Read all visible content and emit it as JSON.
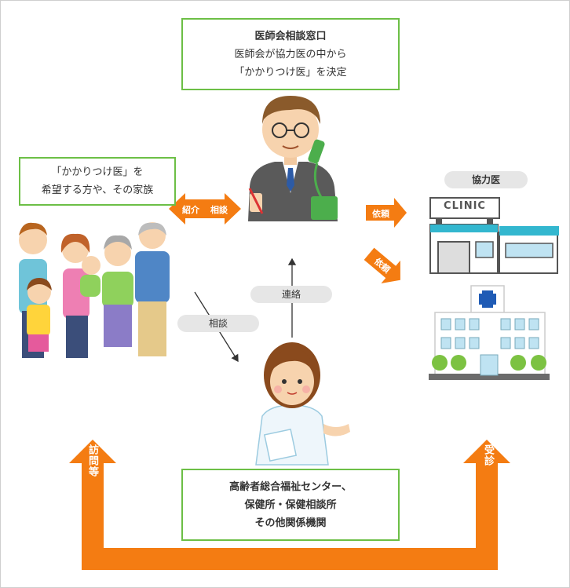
{
  "top_box": {
    "title": "医師会相談窓口",
    "line1": "医師会が協力医の中から",
    "line2": "「かかりつけ医」を決定"
  },
  "left_box": {
    "line1": "「かかりつけ医」を",
    "line2": "希望する方や、その家族"
  },
  "bottom_box": {
    "line1": "高齢者総合福祉センター、",
    "line2": "保健所・保健相談所",
    "line3": "その他関係機関"
  },
  "labels": {
    "kyoryokui": "協力医",
    "renraku": "連絡",
    "sodan": "相談",
    "clinic": "CLINIC",
    "shokai": "紹介",
    "sodan_arrow": "相談",
    "irai1": "依頼",
    "irai2": "依頼",
    "homon": "訪問等",
    "jushin": "受診"
  },
  "colors": {
    "box_border": "#6cbf46",
    "arrow": "#f47c12",
    "pill": "#e6e6e6"
  }
}
